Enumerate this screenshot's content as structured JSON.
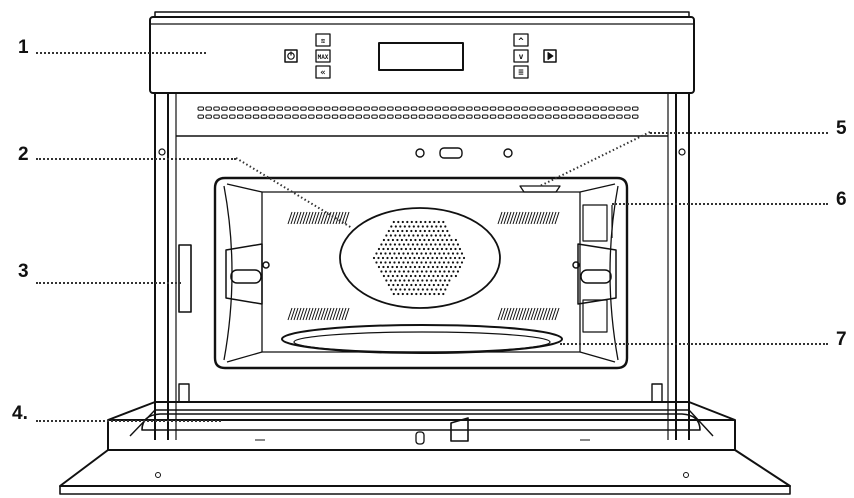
{
  "callouts": {
    "c1": "1",
    "c2": "2",
    "c3": "3",
    "c4": "4.",
    "c5": "5",
    "c6": "6",
    "c7": "7"
  },
  "control_panel": {
    "power_icon": "power-icon",
    "start_icon": "play-icon",
    "button_glyphs": [
      "≋",
      "MAX",
      "«",
      "^",
      "v",
      "≡"
    ]
  },
  "colors": {
    "line": "#111111",
    "background": "#ffffff",
    "leader": "#333333"
  }
}
